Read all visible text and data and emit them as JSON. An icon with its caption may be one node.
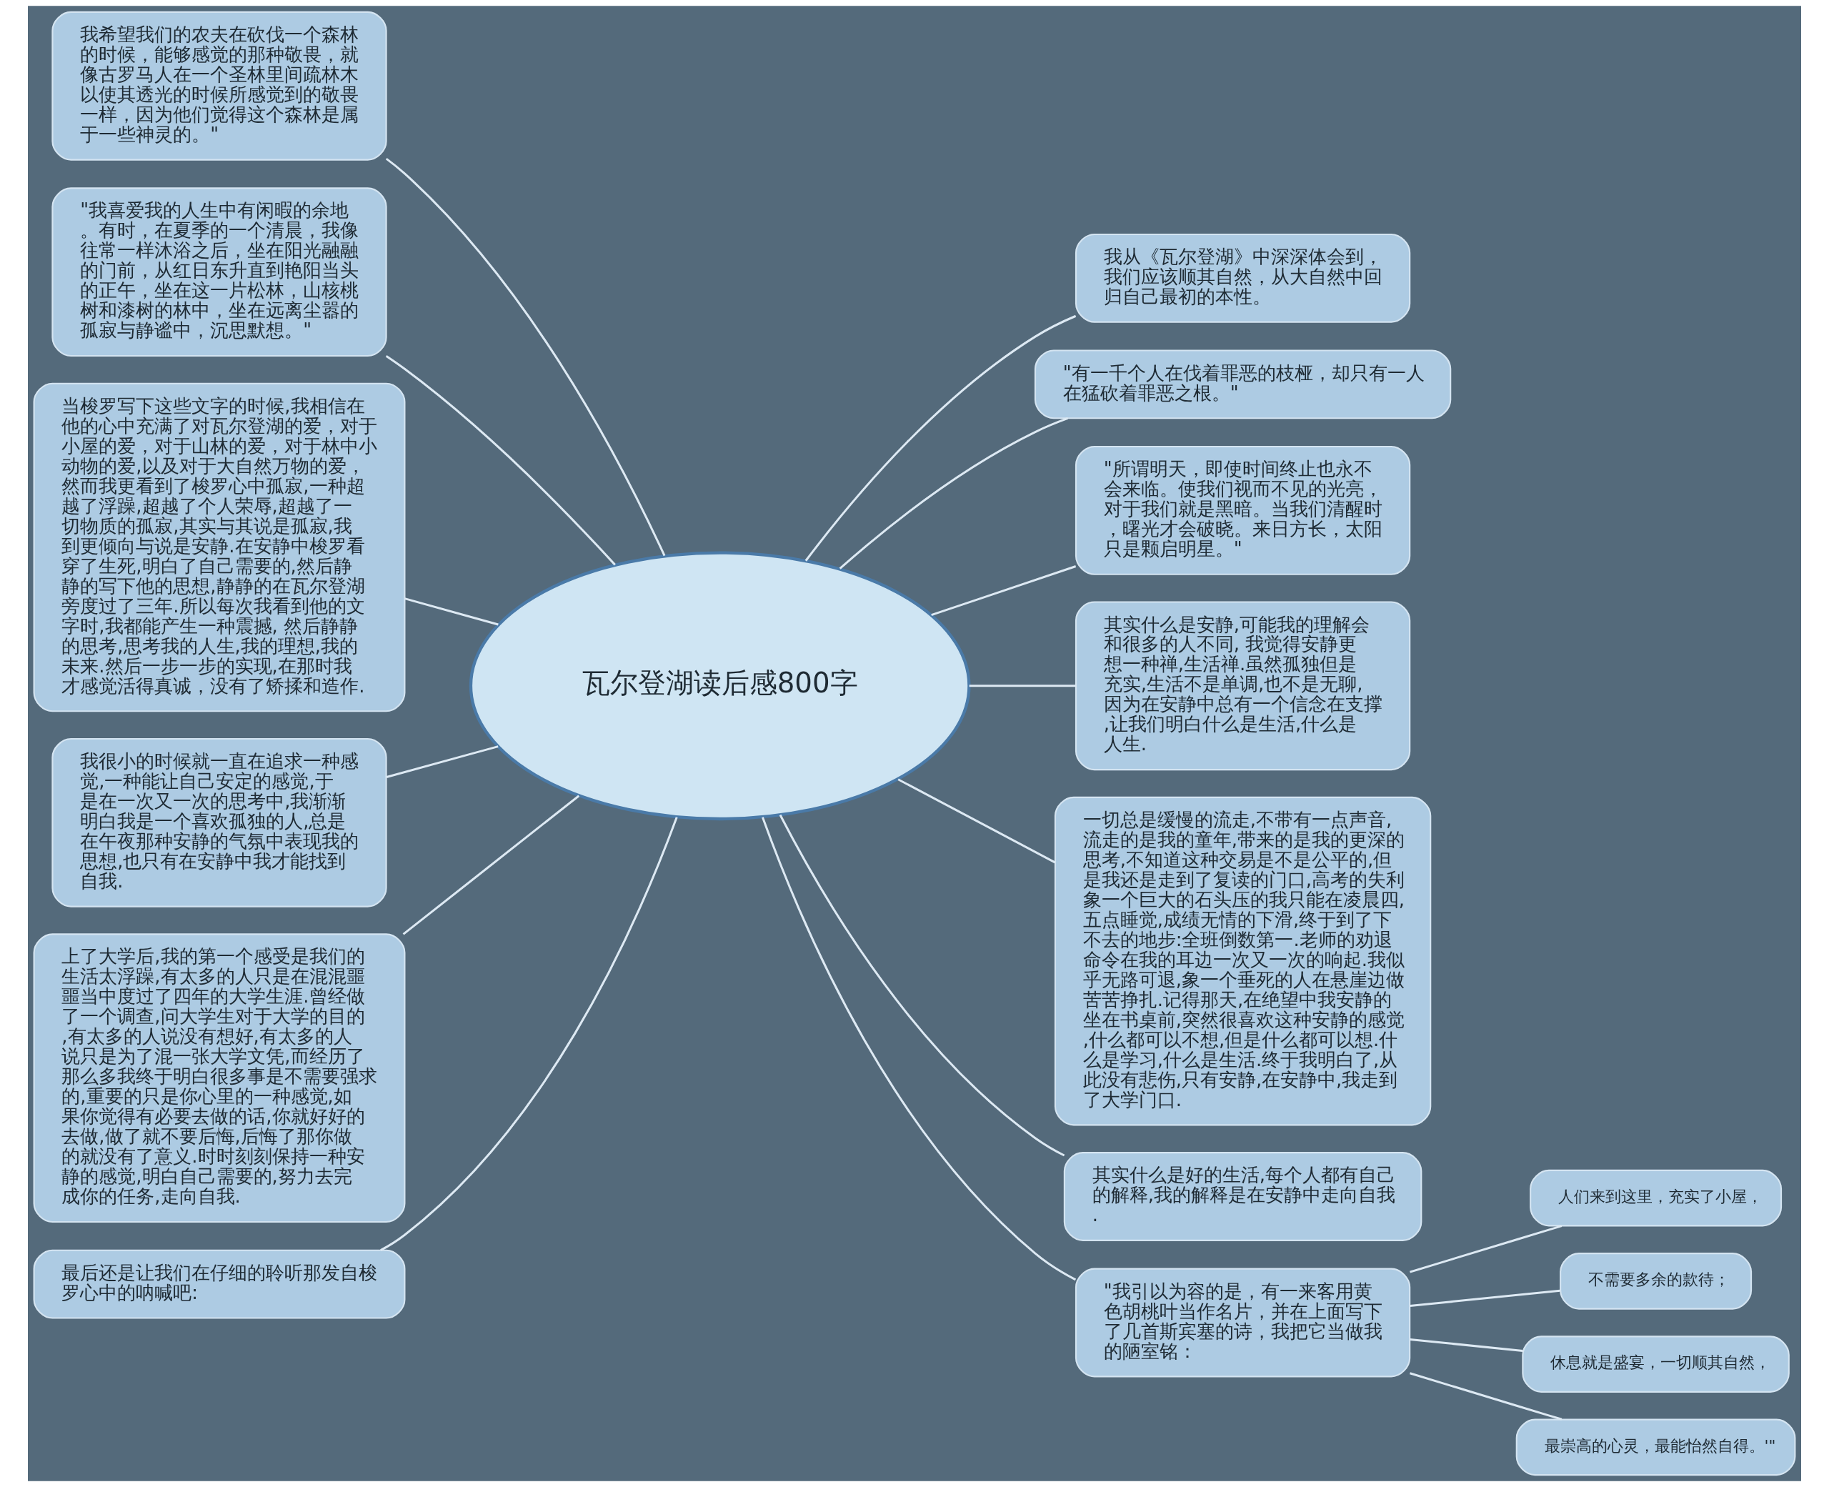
{
  "diagram": {
    "nodes": [
      {
        "text": [
          "瓦尔登湖读后感800字"
        ]
      },
      {
        "text": [
          "我希望我们的农夫在砍伐一个森林的时候，能够感觉的那种敬畏，就像古罗马人在一个圣林里间疏林木以使其透光的时候所感觉到的敬畏一样，因为他们觉得这个森林是属于一些神灵的。\""
        ]
      },
      {
        "text": [
          "\"我喜爱我的人生中有闲暇的余地。有时，在夏季的一个清晨，我像往常一样沐浴之后，坐在阳光融融的门前，从红日东升直到艳阳当头的正午，坐在这一片松林，山核桃树和漆树的林中，坐在远离尘嚣的孤寂与静谧中，沉思默想。\""
        ]
      },
      {
        "text": [
          "当梭罗写下这些文字的时候,我相信在他的心中充满了对瓦尔登湖的爱，对于小屋的爱，对于山林的爱，对于林中小动物的爱,以及对于大自然万物的爱，然而我更看到了梭罗心中孤寂,一种超越了浮躁,超越了个人荣辱,超越了一切物质的孤寂,其实与其说是孤寂,我到更倾向与说是安静.在安静中梭罗看穿了生死,明白了自己需要的,然后静静的写下他的思想,静静的在瓦尔登湖旁度过了三年.所以每次我看到他的文字时,我都能产生一种震撼, 然后静静的思考,思考我的人生,我的理想,我的未来.然后一步一步的实现,在那时我才感觉活得真诚，没有了矫揉和造作."
        ]
      },
      {
        "text": [
          "我很小的时候就一直在追求一种感觉,一种能让自己安定的感觉,于是在一次又一次的思考中,我渐渐明白我是一个喜欢孤独的人,总是在午夜那种安静的气氛中表现我的思想,也只有在安静中我才能找到自我."
        ]
      },
      {
        "text": [
          "上了大学后,我的第一个感受是我们的生活太浮躁,有太多的人只是在混混噩噩当中度过了四年的大学生涯.曾经做了一个调查,问大学生对于大学的目的,有太多的人说没有想好,有太多的人说只是为了混一张大学文凭,而经历了那么多我终于明白很多事是不需要强求的,重要的只是你心里的一种感觉,如果你觉得有必要去做的话,你就好好的去做,做了就不要后悔,后悔了那你做的就没有了意义.时时刻刻保持一种安静的感觉,明白自己需要的,努力去完成你的任务,走向自我."
        ]
      },
      {
        "text": [
          "最后还是让我们在仔细的聆听那发自梭罗心中的呐喊吧:"
        ]
      },
      {
        "text": [
          "我从《瓦尔登湖》中深深体会到，我们应该顺其自然，从大自然中回归自己最初的本性。"
        ]
      },
      {
        "text": [
          "\"有一千个人在伐着罪恶的枝桠，却只有一人在猛砍着罪恶之根。\""
        ]
      },
      {
        "text": [
          "\"所谓明天，即使时间终止也永不会来临。使我们视而不见的光亮，对于我们就是黑暗。当我们清醒时，曙光才会破晓。来日方长，太阳只是颗启明星。\""
        ]
      },
      {
        "text": [
          "其实什么是安静,可能我的理解会和很多的人不同, 我觉得安静更想一种禅,生活禅.虽然孤独但是充实,生活不是单调,也不是无聊,因为在安静中总有一个信念在支撑,让我们明白什么是生活,什么是人生."
        ]
      },
      {
        "text": [
          "一切总是缓慢的流走,不带有一点声音,流走的是我的童年,带来的是我的更深的思考,不知道这种交易是不是公平的,但是我还是走到了复读的门口,高考的失利象一个巨大的石头压的我只能在凌晨四,五点睡觉,成绩无情的下滑,终于到了下不去的地步:全班倒数第一.老师的劝退命令在我的耳边一次又一次的响起.我似乎无路可退,象一个垂死的人在悬崖边做苦苦挣扎.记得那天,在绝望中我安静的坐在书桌前,突然很喜欢这种安静的感觉,什么都可以不想,但是什么都可以想.什么是学习,什么是生活.终于我明白了,从此没有悲伤,只有安静,在安静中,我走到了大学门口."
        ]
      },
      {
        "text": [
          "其实什么是好的生活,每个人都有自己的解释,我的解释是在安静中走向自我."
        ]
      },
      {
        "text": [
          "\"我引以为容的是，有一来客用黄色胡桃叶当作名片，并在上面写下了几首斯宾塞的诗，我把它当做我的陋室铭："
        ]
      },
      {
        "text": [
          "人们来到这里，充实了小屋，"
        ]
      },
      {
        "text": [
          "不需要多余的款待；"
        ]
      },
      {
        "text": [
          "休息就是盛宴，一切顺其自然，"
        ]
      },
      {
        "text": [
          "最崇高的心灵，最能怡然自得。'\""
        ]
      }
    ],
    "edges": [
      {
        "from": 0,
        "to": 1,
        "arrow": "none"
      },
      {
        "from": 0,
        "to": 2,
        "arrow": "none"
      },
      {
        "from": 0,
        "to": 3,
        "arrow": "none"
      },
      {
        "from": 0,
        "to": 4,
        "arrow": "none"
      },
      {
        "from": 0,
        "to": 5,
        "arrow": "none"
      },
      {
        "from": 0,
        "to": 6,
        "arrow": "none"
      },
      {
        "from": 0,
        "to": 7,
        "arrow": "none"
      },
      {
        "from": 0,
        "to": 8,
        "arrow": "none"
      },
      {
        "from": 0,
        "to": 9,
        "arrow": "none"
      },
      {
        "from": 0,
        "to": 10,
        "arrow": "none"
      },
      {
        "from": 0,
        "to": 11,
        "arrow": "none"
      },
      {
        "from": 0,
        "to": 12,
        "arrow": "none"
      },
      {
        "from": 0,
        "to": 13,
        "arrow": "none"
      },
      {
        "from": 13,
        "to": 14,
        "arrow": "none"
      },
      {
        "from": 13,
        "to": 15,
        "arrow": "none"
      },
      {
        "from": 13,
        "to": 16,
        "arrow": "none"
      },
      {
        "from": 13,
        "to": 17,
        "arrow": "none"
      }
    ]
  }
}
